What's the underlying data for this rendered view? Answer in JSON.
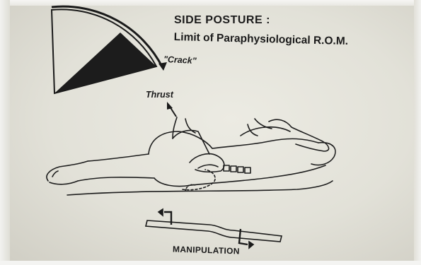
{
  "figure": {
    "title": "SIDE POSTURE :",
    "subtitle": "Limit of Paraphysiological R.O.M.",
    "crack_label": "\"Crack\"",
    "thrust_label": "Thrust",
    "manipulation_label": "MANIPULATION"
  }
}
